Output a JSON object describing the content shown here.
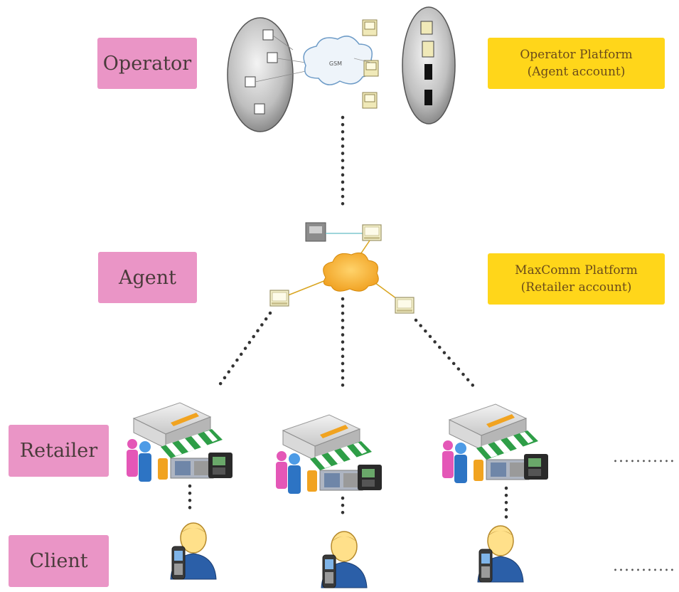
{
  "roles": {
    "operator": "Operator",
    "agent": "Agent",
    "retailer": "Retailer",
    "client": "Client"
  },
  "platforms": {
    "operator_line1": "Operator Platform",
    "operator_line2": "(Agent account)",
    "maxcomm_line1": "MaxComm Platform",
    "maxcomm_line2": "(Retailer account)"
  },
  "network": {
    "cloud_label": "GSM"
  },
  "ellipsis": "...........",
  "icons": [
    "server-ellipse-icon",
    "network-cloud-icon",
    "computer-icon",
    "storefront-icon",
    "shopper-icon",
    "desk-phone-icon",
    "mobile-user-icon"
  ],
  "colors": {
    "role_box": "#ea95c6",
    "platform_box": "#ffd61a",
    "cloud_orange": "#f7b233",
    "connector_dots": "#333333",
    "awning_green": "#2e9e47"
  }
}
